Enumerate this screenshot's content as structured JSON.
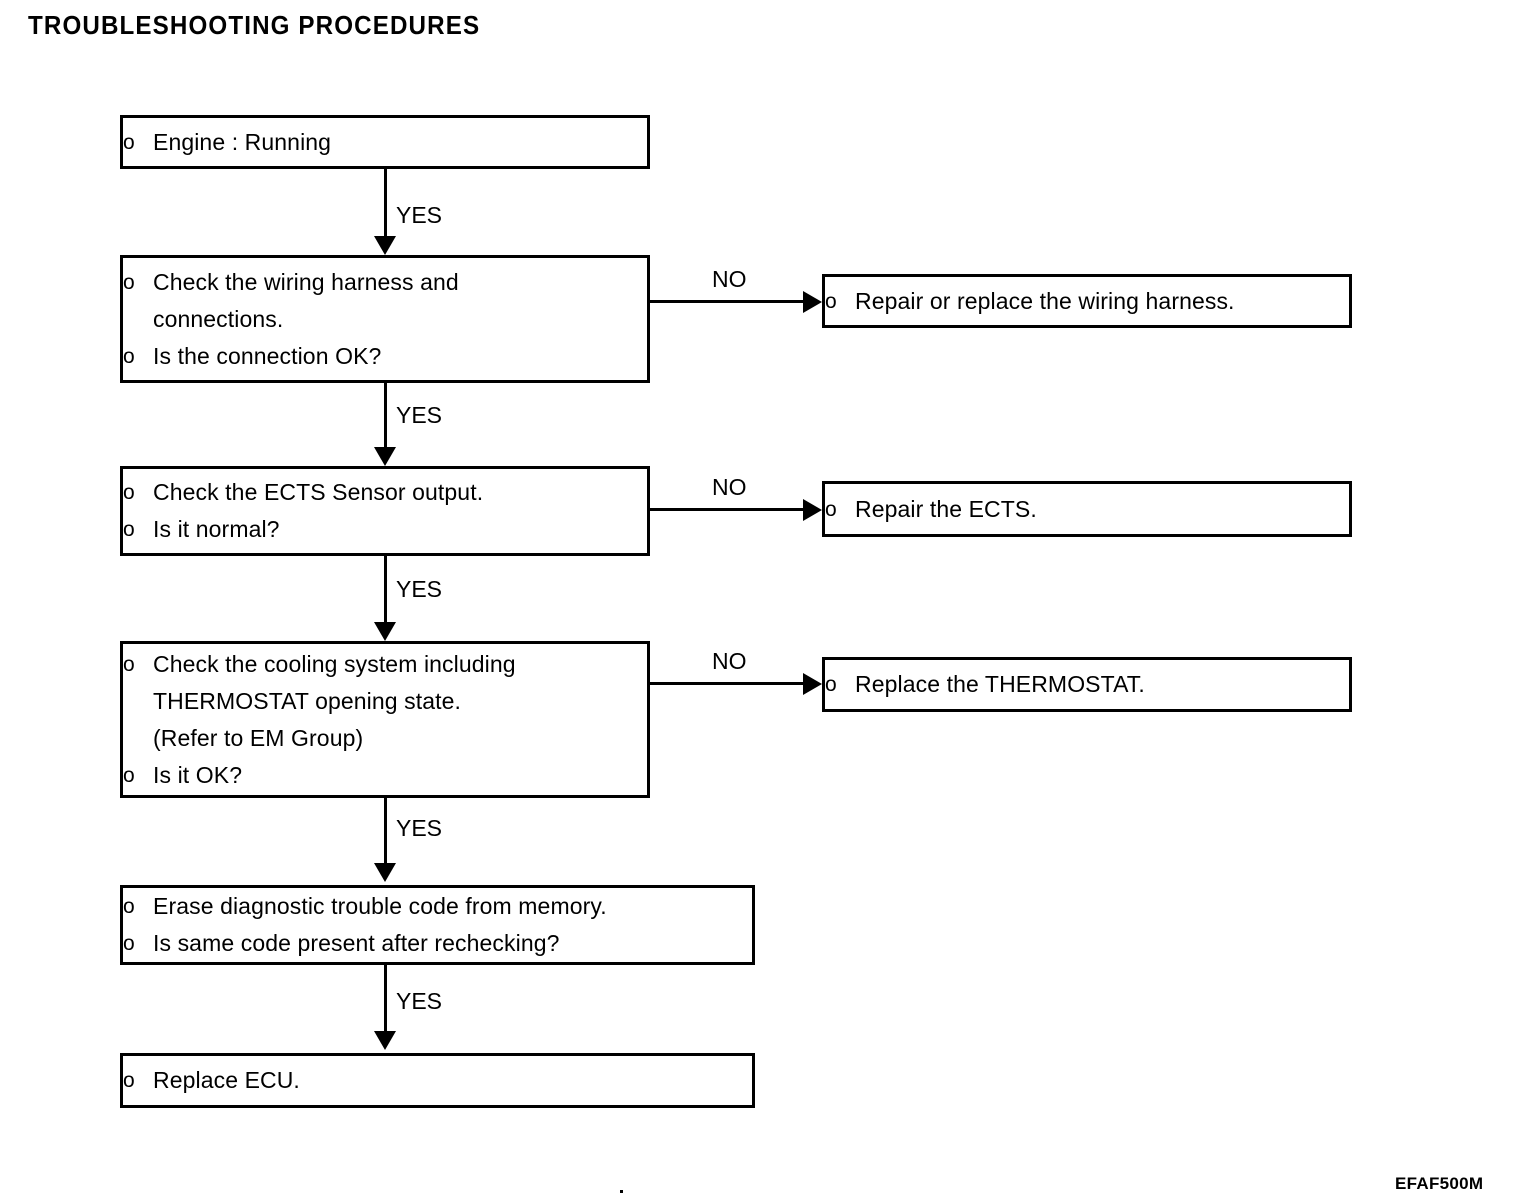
{
  "document": {
    "title": "TROUBLESHOOTING PROCEDURES",
    "footer_code": "EFAF500M"
  },
  "flowchart": {
    "nodes": [
      {
        "id": "engine-running",
        "lines": [
          {
            "text": "Engine : Running",
            "bullet": true
          }
        ]
      },
      {
        "id": "check-wiring-harness",
        "lines": [
          {
            "text": "Check the wiring harness and",
            "bullet": true
          },
          {
            "text": "connections.",
            "bullet": false
          },
          {
            "text": "Is the connection OK?",
            "bullet": true
          }
        ]
      },
      {
        "id": "repair-replace-wiring-harness",
        "lines": [
          {
            "text": "Repair or replace the wiring harness.",
            "bullet": true
          }
        ]
      },
      {
        "id": "check-ects-sensor-output",
        "lines": [
          {
            "text": "Check the ECTS Sensor output.",
            "bullet": true
          },
          {
            "text": "Is it normal?",
            "bullet": true
          }
        ]
      },
      {
        "id": "repair-ects",
        "lines": [
          {
            "text": "Repair the ECTS.",
            "bullet": true
          }
        ]
      },
      {
        "id": "check-cooling-system",
        "lines": [
          {
            "text": "Check the cooling system including",
            "bullet": true
          },
          {
            "text": "THERMOSTAT opening state.",
            "bullet": false
          },
          {
            "text": "(Refer to EM Group)",
            "bullet": false
          },
          {
            "text": "Is it OK?",
            "bullet": true
          }
        ]
      },
      {
        "id": "replace-thermostat",
        "lines": [
          {
            "text": "Replace the THERMOSTAT.",
            "bullet": true
          }
        ]
      },
      {
        "id": "erase-diagnostic-trouble-code",
        "lines": [
          {
            "text": "Erase diagnostic trouble code from memory.",
            "bullet": true
          },
          {
            "text": "Is same code present after rechecking?",
            "bullet": true
          }
        ]
      },
      {
        "id": "replace-ecu",
        "lines": [
          {
            "text": "Replace ECU.",
            "bullet": true
          }
        ]
      }
    ],
    "edge_labels": {
      "yes_1": "YES",
      "yes_2": "YES",
      "yes_3": "YES",
      "yes_4": "YES",
      "yes_5": "YES",
      "no_1": "NO",
      "no_2": "NO",
      "no_3": "NO"
    },
    "colors": {
      "stroke": "#000000",
      "background": "#ffffff",
      "text": "#000000"
    }
  }
}
